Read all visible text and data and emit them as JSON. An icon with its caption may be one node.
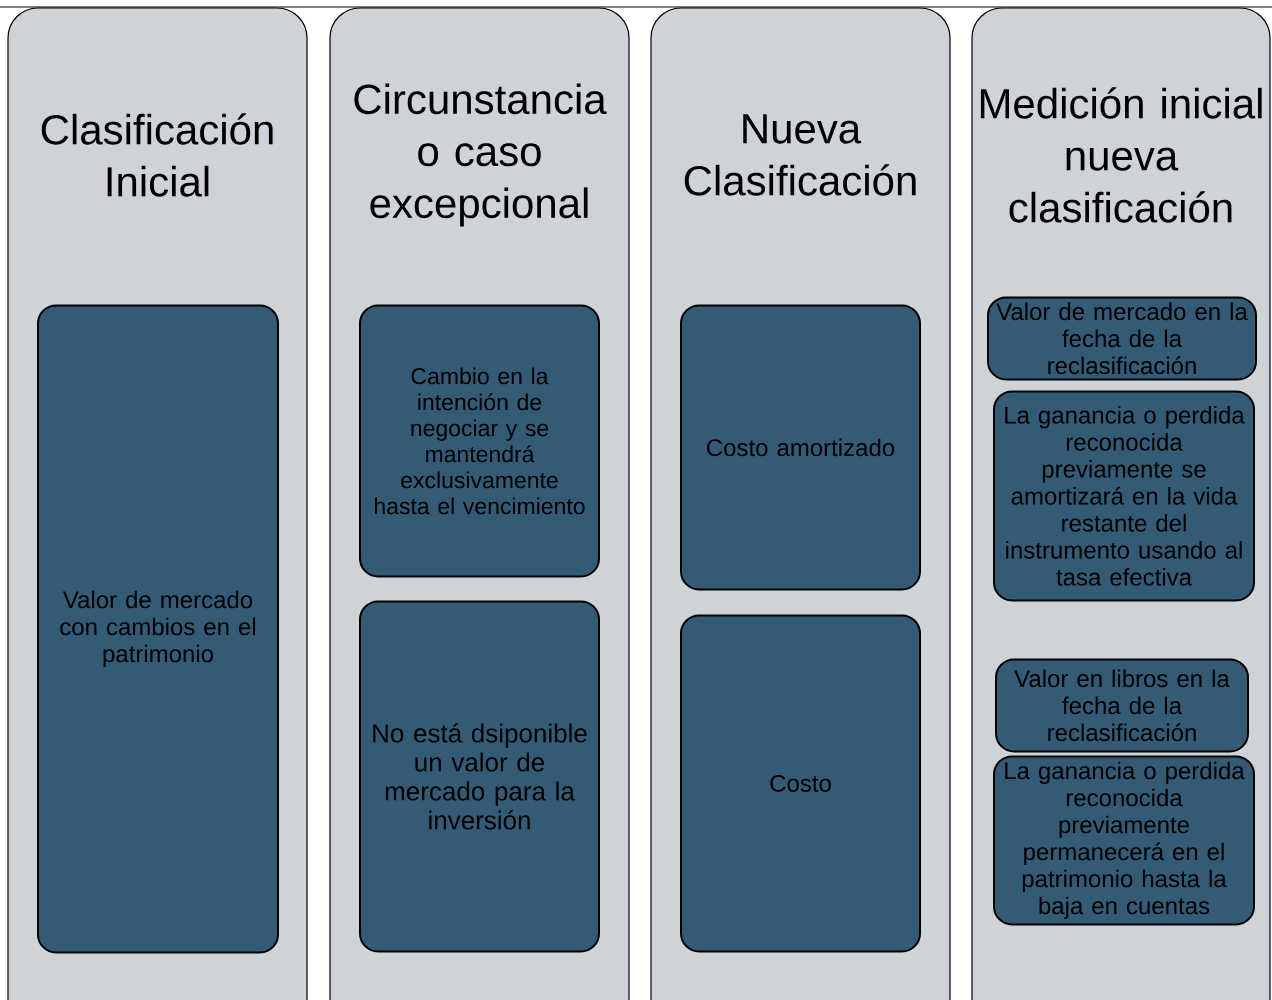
{
  "diagram": {
    "nodes": [
      {
        "text": [
          "Clasificación Inicial"
        ]
      },
      {
        "text": [
          "Valor de mercado con cambios en el patrimonio"
        ],
        "in": 0
      },
      {
        "text": [
          "Circunstancia o caso excepcional"
        ]
      },
      {
        "text": [
          "Cambio en la intención  de negociar y se mantendrá exclusivamente hasta  el vencimiento"
        ],
        "in": 2
      },
      {
        "text": [
          "No  está dsiponible un valor de mercado para la inversión"
        ],
        "in": 2
      },
      {
        "text": [
          "Nueva Clasificación"
        ]
      },
      {
        "text": [
          "Costo amortizado"
        ],
        "in": 5
      },
      {
        "text": [
          "Costo"
        ],
        "in": 5
      },
      {
        "text": [
          "Medición inicial nueva clasificación"
        ]
      },
      {
        "text": [
          "Valor de mercado en la fecha de la reclasificación"
        ],
        "in": 8
      },
      {
        "text": [
          "La ganancia o perdida reconocida previamente se amortizará  en la vida restante del instrumento usando al tasa efectiva"
        ],
        "in": 8
      },
      {
        "text": [
          "Valor en libros en la fecha de la reclasificación"
        ],
        "in": 8
      },
      {
        "text": [
          "La ganancia o perdida reconocida previamente permanecerá en el patrimonio hasta la baja en cuentas"
        ],
        "in": 8
      }
    ]
  }
}
